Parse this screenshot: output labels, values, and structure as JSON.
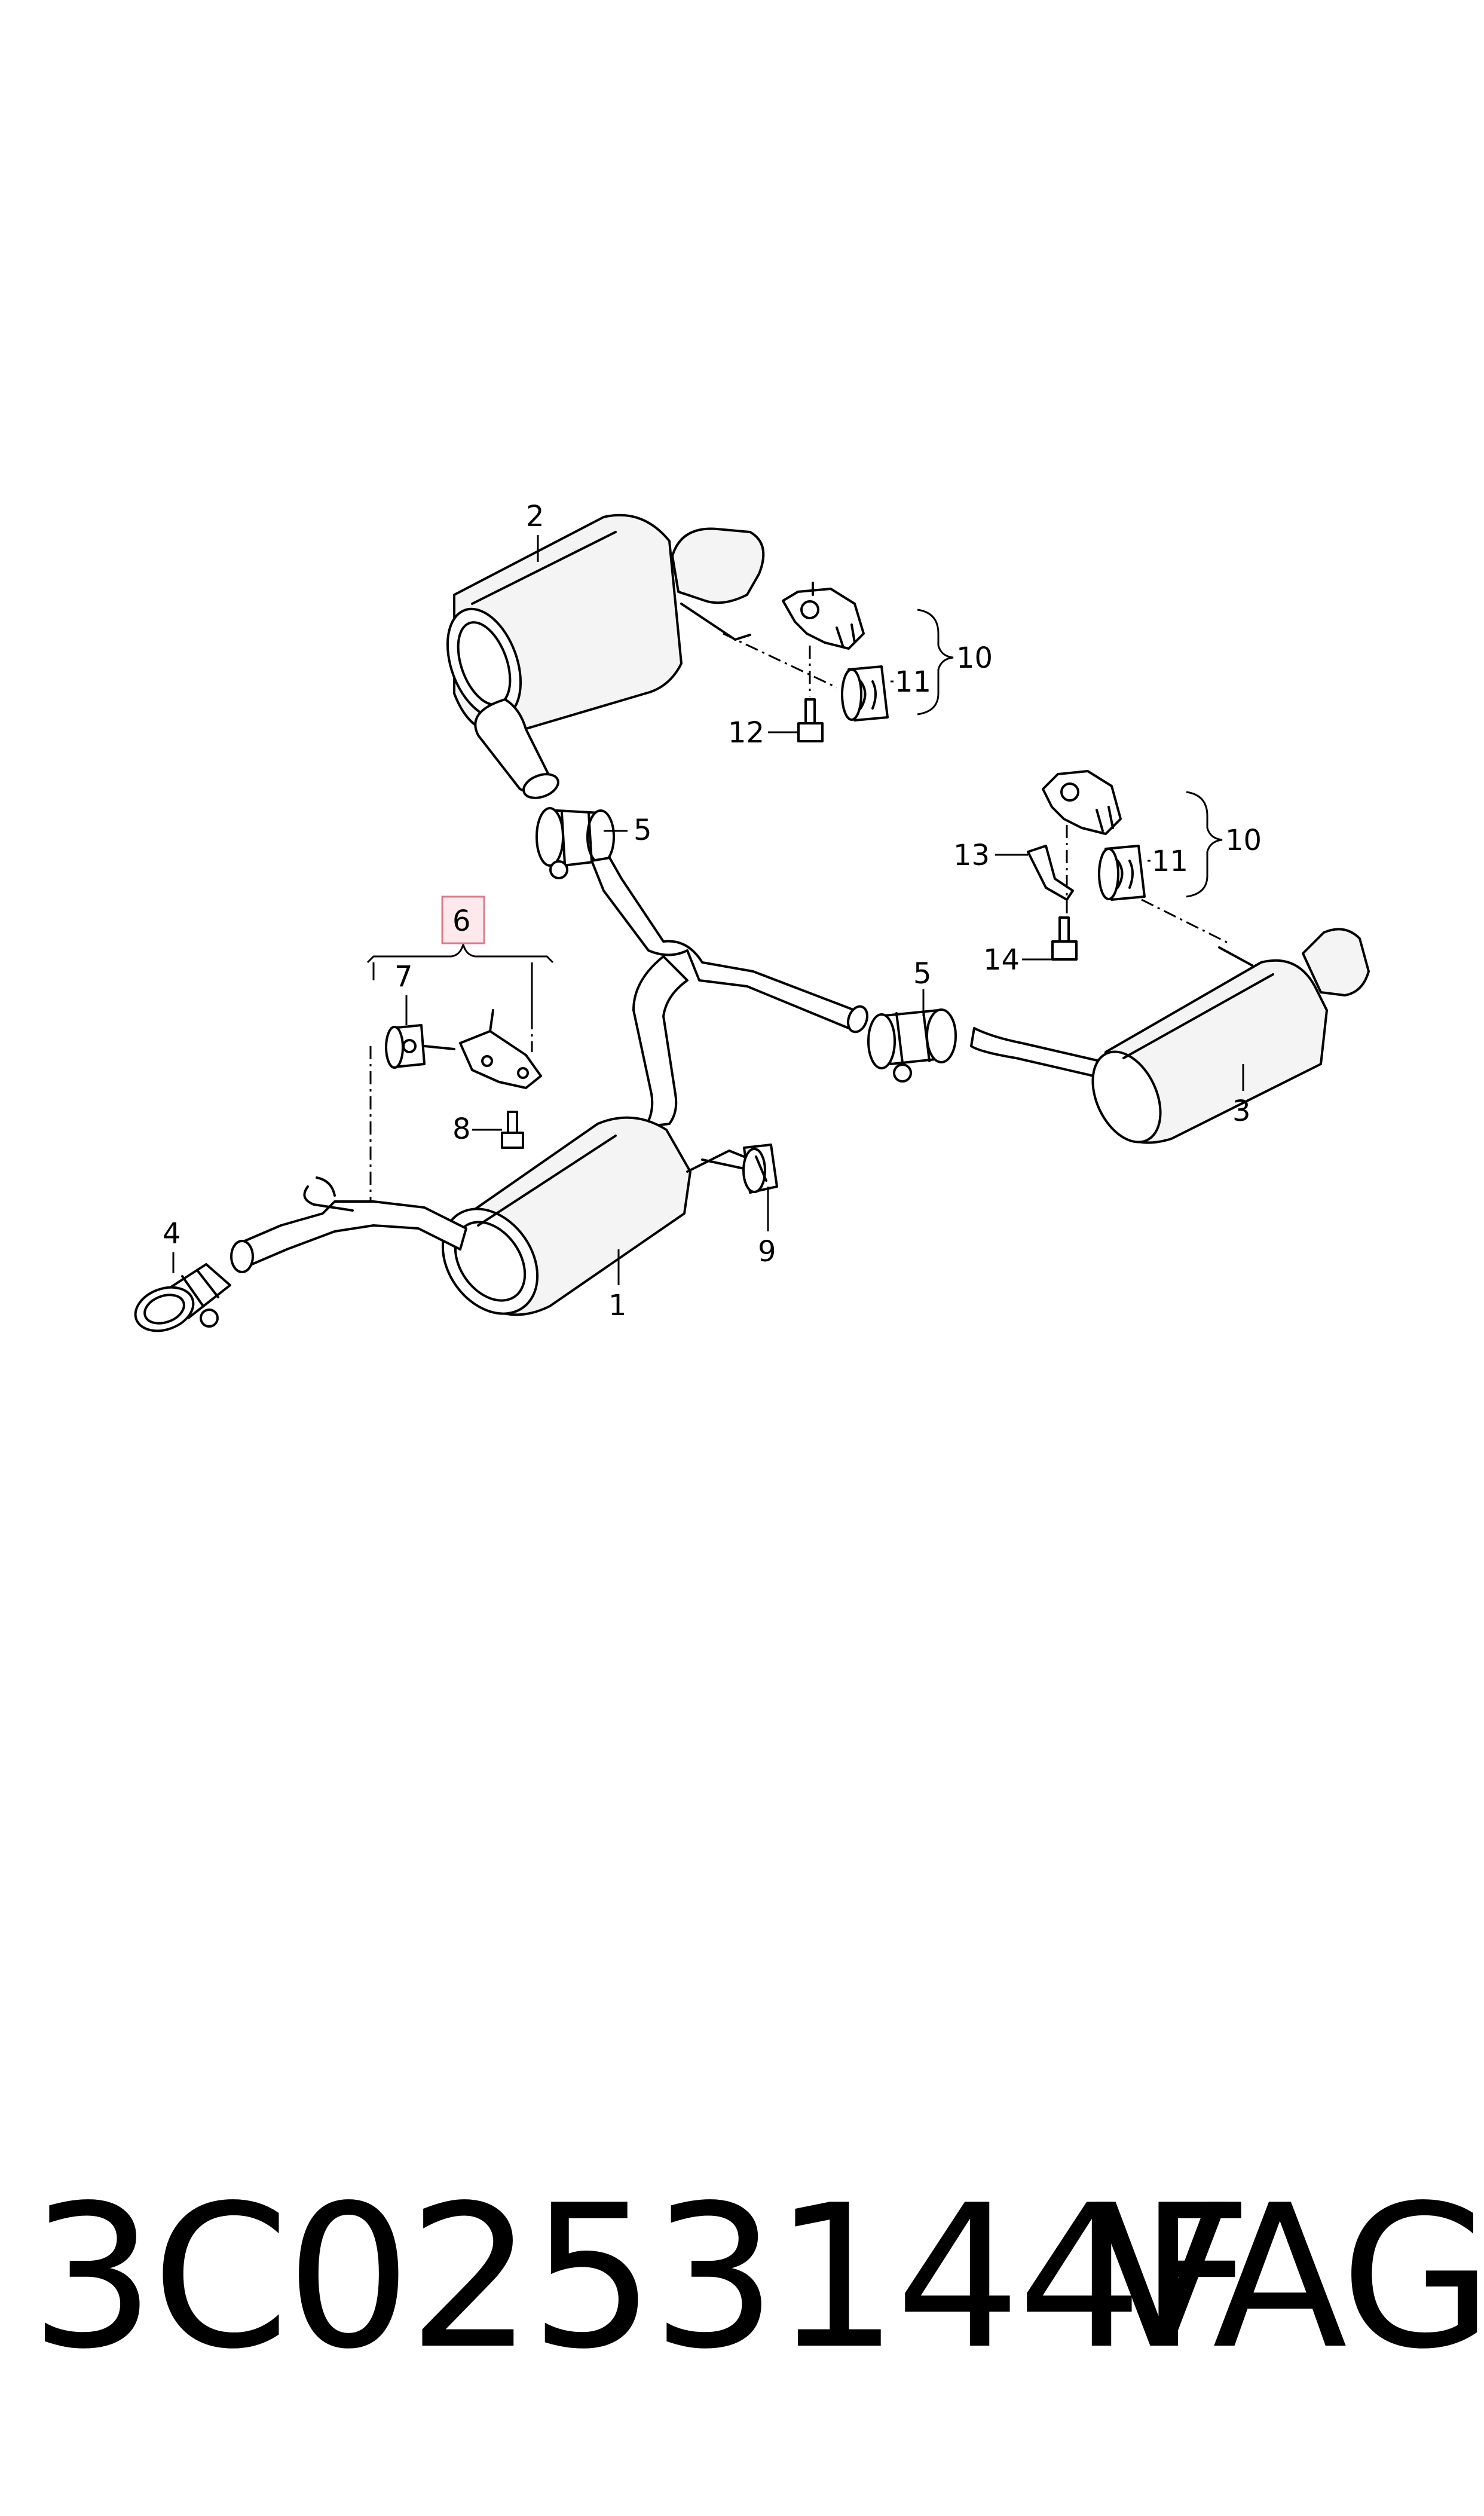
{
  "callouts": {
    "c1": "1",
    "c2": "2",
    "c3": "3",
    "c4": "4",
    "c5a": "5",
    "c5b": "5",
    "c6": "6",
    "c7": "7",
    "c8": "8",
    "c9": "9",
    "c10a": "10",
    "c10b": "10",
    "c11a": "11",
    "c11b": "11",
    "c12": "12",
    "c13": "13",
    "c14": "14"
  },
  "highlighted_part": "6",
  "highlight_color": "#e0788a",
  "footer": {
    "part_number": "3C0253144F",
    "brand": "VAG"
  }
}
